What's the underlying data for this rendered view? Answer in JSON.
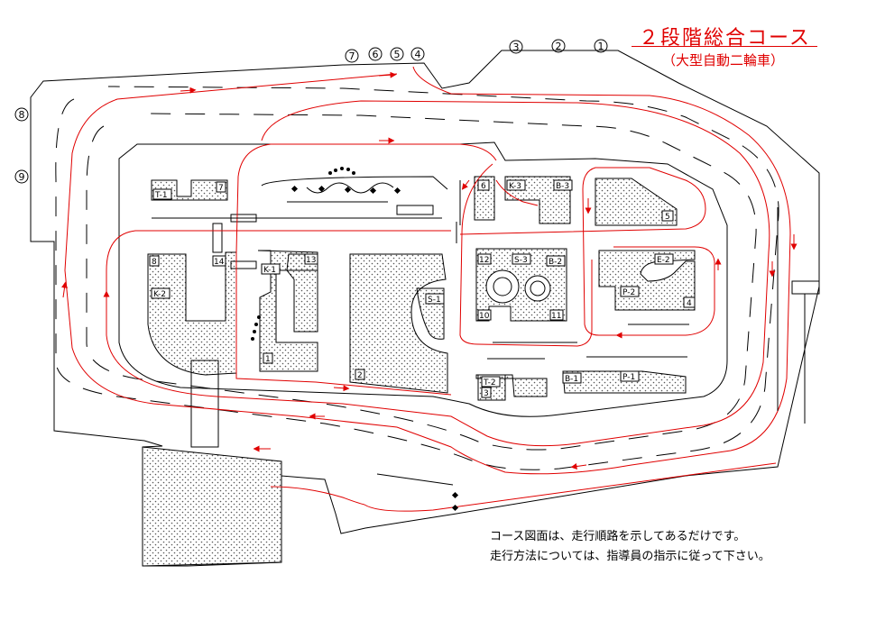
{
  "header": {
    "title": "２段階総合コース",
    "subtitle": "（大型自動二輪車）"
  },
  "notes": {
    "line1": "コース図面は、走行順路を示してあるだけです。",
    "line2": "走行方法については、指導員の指示に従って下さい。"
  },
  "circled_numbers": [
    "①",
    "②",
    "③",
    "④",
    "⑤",
    "⑥",
    "⑦",
    "⑧",
    "⑨"
  ],
  "block_labels": {
    "t1": "T-1",
    "k2": "K-2",
    "k1": "K-1",
    "s1": "S-1",
    "k3": "K-3",
    "b3": "B-3",
    "s3": "S-3",
    "b2": "B-2",
    "e2": "E-2",
    "p2": "P-2",
    "t2": "T-2",
    "b1": "B-1",
    "p1": "P-1",
    "n1": "1",
    "n2": "2",
    "n3": "3",
    "n4": "4",
    "n5": "5",
    "n6": "6",
    "n7": "7",
    "n8": "8",
    "n10": "10",
    "n11": "11",
    "n12": "12",
    "n13": "13",
    "n14": "14"
  },
  "colors": {
    "route": "#e00000",
    "lines": "#000000"
  }
}
